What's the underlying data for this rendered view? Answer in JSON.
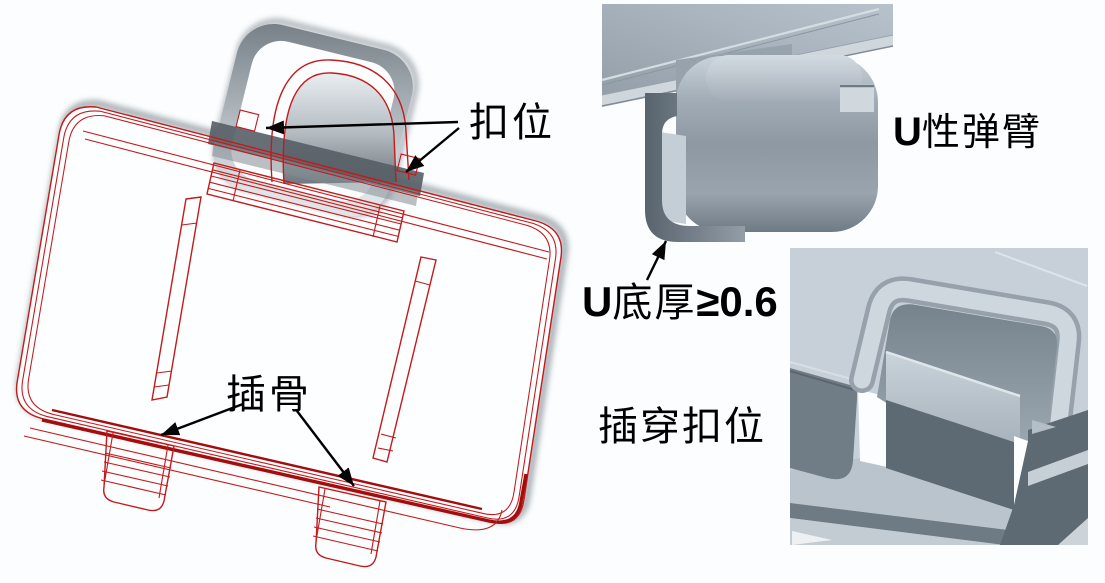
{
  "figure": {
    "title_hint": "plastic snap-fit design illustration",
    "callouts": {
      "snap_position": "扣位",
      "insert_rib": "插骨",
      "insert_through_snap": "插穿扣位",
      "u_spring_arm": {
        "prefix": "U",
        "text": "性弹臂"
      },
      "u_bottom_thickness": {
        "prefix": "U",
        "text": "底厚",
        "value": "≥0.6"
      }
    },
    "colors": {
      "background": "#fbfdfe",
      "wireframe": "#c31a1a",
      "wireframe_dark": "#a30d0d",
      "annotation": "#000000",
      "render_light": "#c7d0d8",
      "render_mid": "#9aa6b0",
      "render_dark": "#5d6973"
    }
  }
}
